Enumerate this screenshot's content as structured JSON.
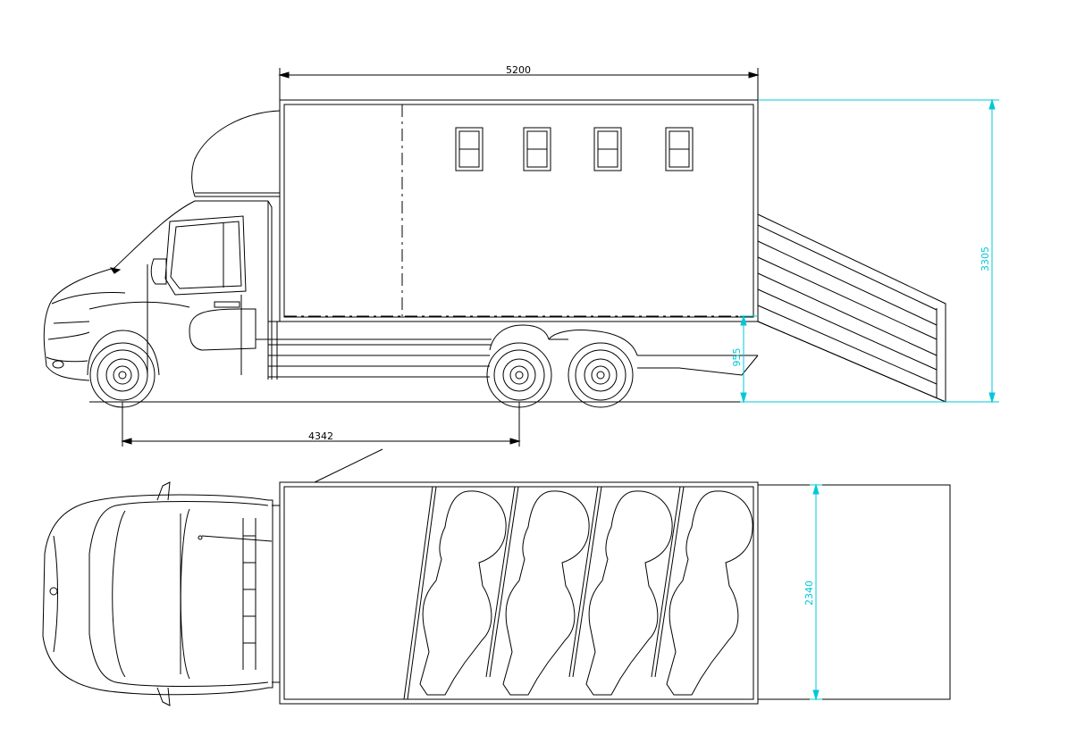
{
  "dimensions": {
    "body_length": "5200",
    "overall_height": "3305",
    "floor_height": "955",
    "wheelbase": "4342",
    "body_width": "2340"
  },
  "colors": {
    "line": "#000000",
    "dimension_accent": "#00c8d8",
    "background": "#ffffff"
  }
}
